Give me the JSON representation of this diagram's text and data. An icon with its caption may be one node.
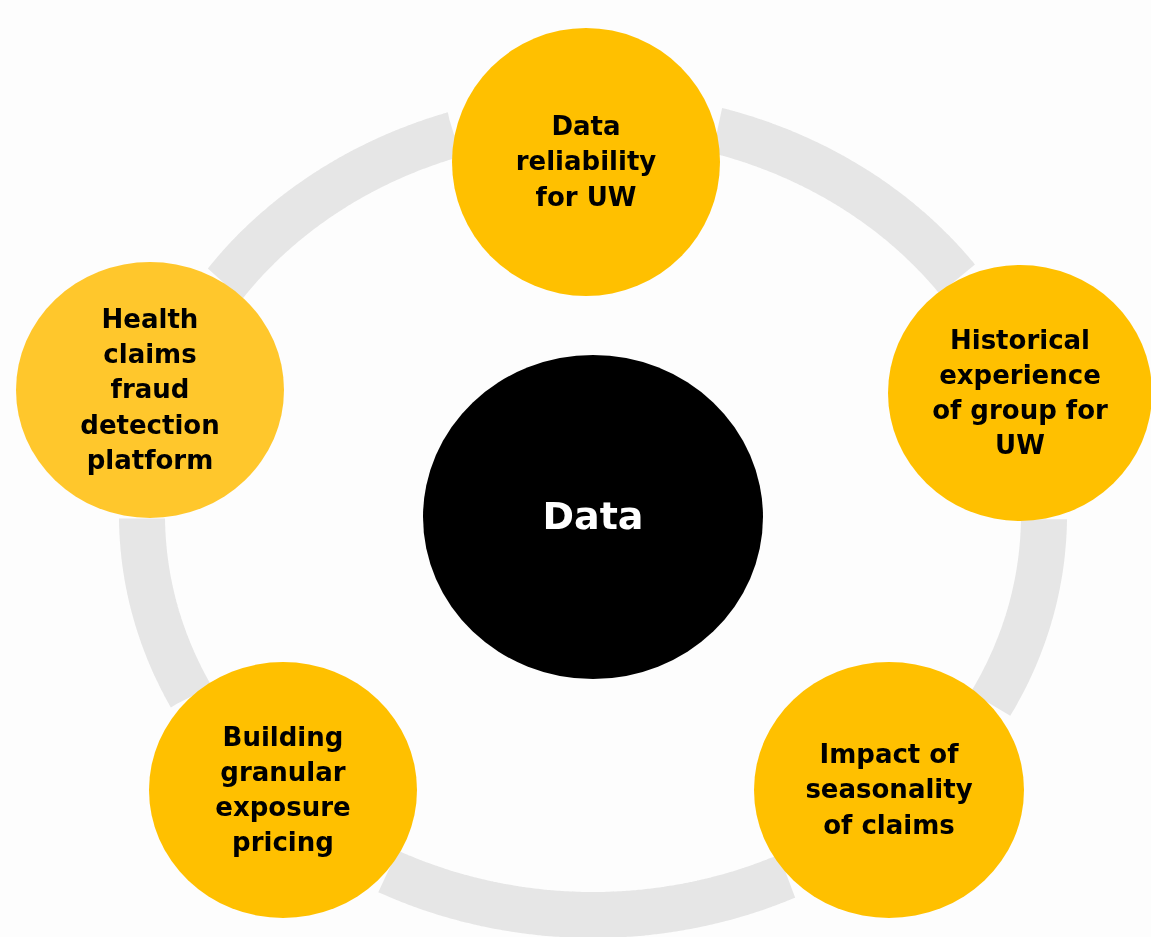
{
  "diagram": {
    "nodes": [
      {
        "text": [
          "Data reliability for UW"
        ]
      },
      {
        "text": [
          "Health claims fraud detection platform"
        ]
      },
      {
        "text": [
          "Historical experience of group for UW"
        ]
      },
      {
        "text": [
          "Data"
        ]
      },
      {
        "text": [
          "Building granular exposure pricing"
        ]
      },
      {
        "text": [
          "Impact of seasonality of claims"
        ]
      }
    ],
    "edges": [
      {
        "from": 0,
        "to": 2,
        "arrow": "none"
      },
      {
        "from": 2,
        "to": 5,
        "arrow": "none"
      },
      {
        "from": 5,
        "to": 4,
        "arrow": "none"
      },
      {
        "from": 4,
        "to": 1,
        "arrow": "none"
      },
      {
        "from": 1,
        "to": 0,
        "arrow": "none"
      }
    ]
  }
}
